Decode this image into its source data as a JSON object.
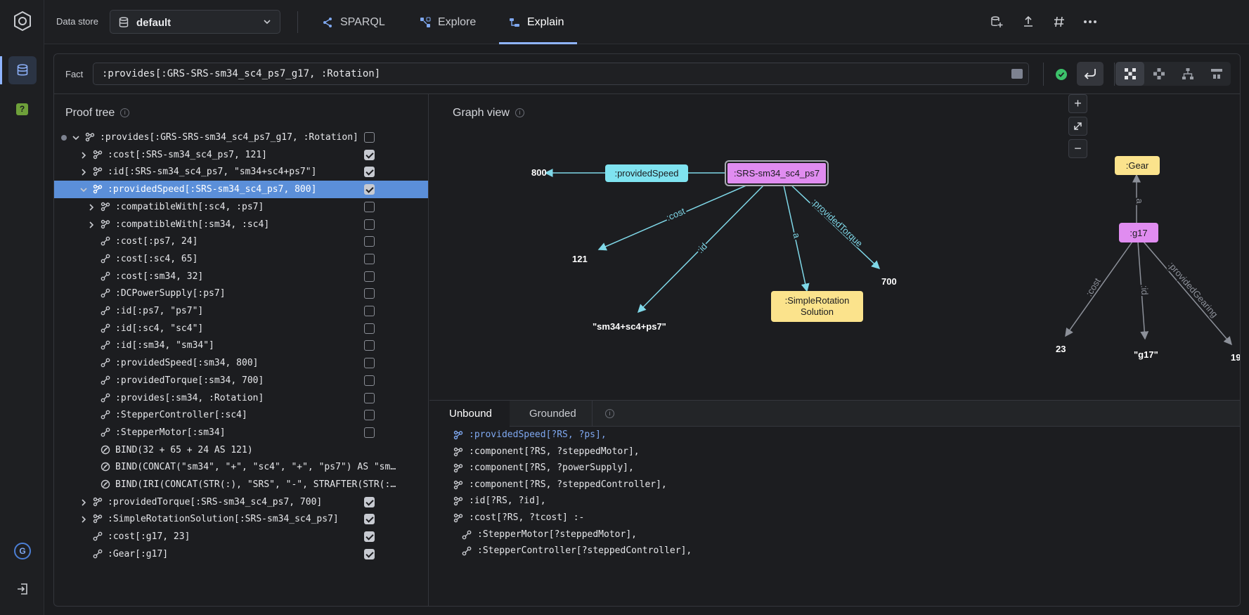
{
  "topbar": {
    "datastore_label": "Data store",
    "datastore_value": "default",
    "tabs": [
      {
        "label": "SPARQL",
        "icon": "sparql-icon"
      },
      {
        "label": "Explore",
        "icon": "explore-icon"
      },
      {
        "label": "Explain",
        "icon": "explain-icon",
        "active": true
      }
    ],
    "actions": [
      "new-query-icon",
      "upload-icon",
      "hash-icon",
      "more-icon"
    ]
  },
  "sidebar": {
    "items": [
      "datastore-icon",
      "help-icon"
    ],
    "bottom": [
      {
        "label": "G",
        "icon": "account-icon"
      },
      {
        "icon": "logout-icon"
      }
    ]
  },
  "fact": {
    "label": "Fact",
    "value": ":provides[:GRS-SRS-sm34_sc4_ps7_g17, :Rotation]"
  },
  "proof_tree": {
    "title": "Proof tree",
    "rows": [
      {
        "text": ":provides[:GRS-SRS-sm34_sc4_ps7_g17, :Rotation]",
        "checked": false
      },
      {
        "text": ":cost[:SRS-sm34_sc4_ps7, 121]",
        "checked": true
      },
      {
        "text": ":id[:SRS-sm34_sc4_ps7, \"sm34+sc4+ps7\"]",
        "checked": true
      },
      {
        "text": ":providedSpeed[:SRS-sm34_sc4_ps7, 800]",
        "checked": true,
        "selected": true
      },
      {
        "text": ":compatibleWith[:sc4, :ps7]",
        "checked": false
      },
      {
        "text": ":compatibleWith[:sm34, :sc4]",
        "checked": false
      },
      {
        "text": ":cost[:ps7, 24]",
        "checked": false
      },
      {
        "text": ":cost[:sc4, 65]",
        "checked": false
      },
      {
        "text": ":cost[:sm34, 32]",
        "checked": false
      },
      {
        "text": ":DCPowerSupply[:ps7]",
        "checked": false
      },
      {
        "text": ":id[:ps7, \"ps7\"]",
        "checked": false
      },
      {
        "text": ":id[:sc4, \"sc4\"]",
        "checked": false
      },
      {
        "text": ":id[:sm34, \"sm34\"]",
        "checked": false
      },
      {
        "text": ":providedSpeed[:sm34, 800]",
        "checked": false
      },
      {
        "text": ":providedTorque[:sm34, 700]",
        "checked": false
      },
      {
        "text": ":provides[:sm34, :Rotation]",
        "checked": false
      },
      {
        "text": ":StepperController[:sc4]",
        "checked": false
      },
      {
        "text": ":StepperMotor[:sm34]",
        "checked": false
      },
      {
        "text": "BIND(32 + 65 + 24 AS 121)"
      },
      {
        "text": "BIND(CONCAT(\"sm34\", \"+\", \"sc4\", \"+\", \"ps7\") AS \"sm…"
      },
      {
        "text": "BIND(IRI(CONCAT(STR(:), \"SRS\", \"-\", STRAFTER(STR(:…"
      },
      {
        "text": ":providedTorque[:SRS-sm34_sc4_ps7, 700]",
        "checked": true
      },
      {
        "text": ":SimpleRotationSolution[:SRS-sm34_sc4_ps7]",
        "checked": true
      },
      {
        "text": ":cost[:g17, 23]",
        "checked": true
      },
      {
        "text": ":Gear[:g17]",
        "checked": true
      }
    ]
  },
  "graph": {
    "title": "Graph view",
    "nodes": {
      "srs": ":SRS-sm34_sc4_ps7",
      "provided_speed": ":providedSpeed",
      "gear": ":Gear",
      "g17": ":g17",
      "simple_rotation": ":SimpleRotation Solution"
    },
    "literals": {
      "speed": "800",
      "cost": "121",
      "id": "\"sm34+sc4+ps7\"",
      "torque": "700",
      "g17_cost": "23",
      "g17_id": "\"g17\"",
      "g17_gearing": "19"
    },
    "edges": {
      "cost": ":cost",
      "id": ":id",
      "a": "a",
      "torque": ":providedTorque",
      "g17_a": "a",
      "g17_cost": ":cost",
      "g17_id": ":id",
      "g17_gearing": ":providedGearing"
    },
    "zoom_controls": [
      "+",
      "fit",
      "−"
    ]
  },
  "rule_panel": {
    "tabs": [
      "Unbound",
      "Grounded"
    ],
    "active_tab": "Unbound",
    "lines": [
      {
        "text": ":providedSpeed[?RS, ?ps],",
        "hl": true,
        "indent": 0
      },
      {
        "text": ":component[?RS, ?steppedMotor],",
        "indent": 0
      },
      {
        "text": ":component[?RS, ?powerSupply],",
        "indent": 0
      },
      {
        "text": ":component[?RS, ?steppedController],",
        "indent": 0
      },
      {
        "text": ":id[?RS, ?id],",
        "indent": 0
      },
      {
        "text": ":cost[?RS, ?tcost] :-",
        "indent": 0
      },
      {
        "text": ":StepperMotor[?steppedMotor],",
        "indent": 1
      },
      {
        "text": ":StepperController[?steppedController],",
        "indent": 1
      }
    ]
  },
  "colors": {
    "accent": "#8fb4ff",
    "selected_row": "#5b8fd9",
    "node_pink": "#e08cf0",
    "node_cyan": "#7fe3f0",
    "node_yellow": "#fbe38c",
    "edge_cyan": "#7fd8e8",
    "edge_gray": "#8c9099"
  }
}
